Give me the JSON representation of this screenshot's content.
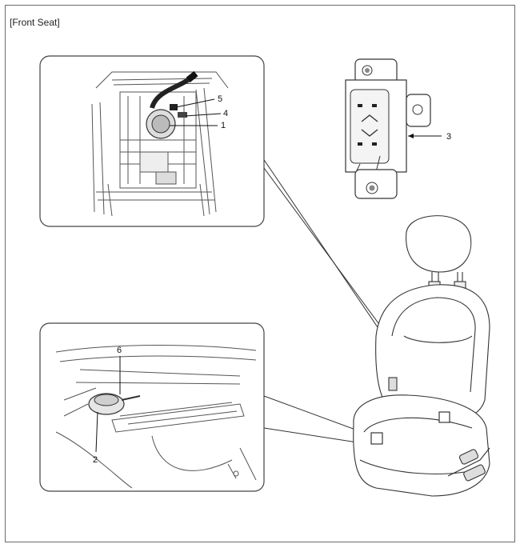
{
  "title": "[Front Seat]",
  "callouts": {
    "c1": "1",
    "c2": "2",
    "c3": "3",
    "c4": "4",
    "c5": "5",
    "c6": "6"
  }
}
